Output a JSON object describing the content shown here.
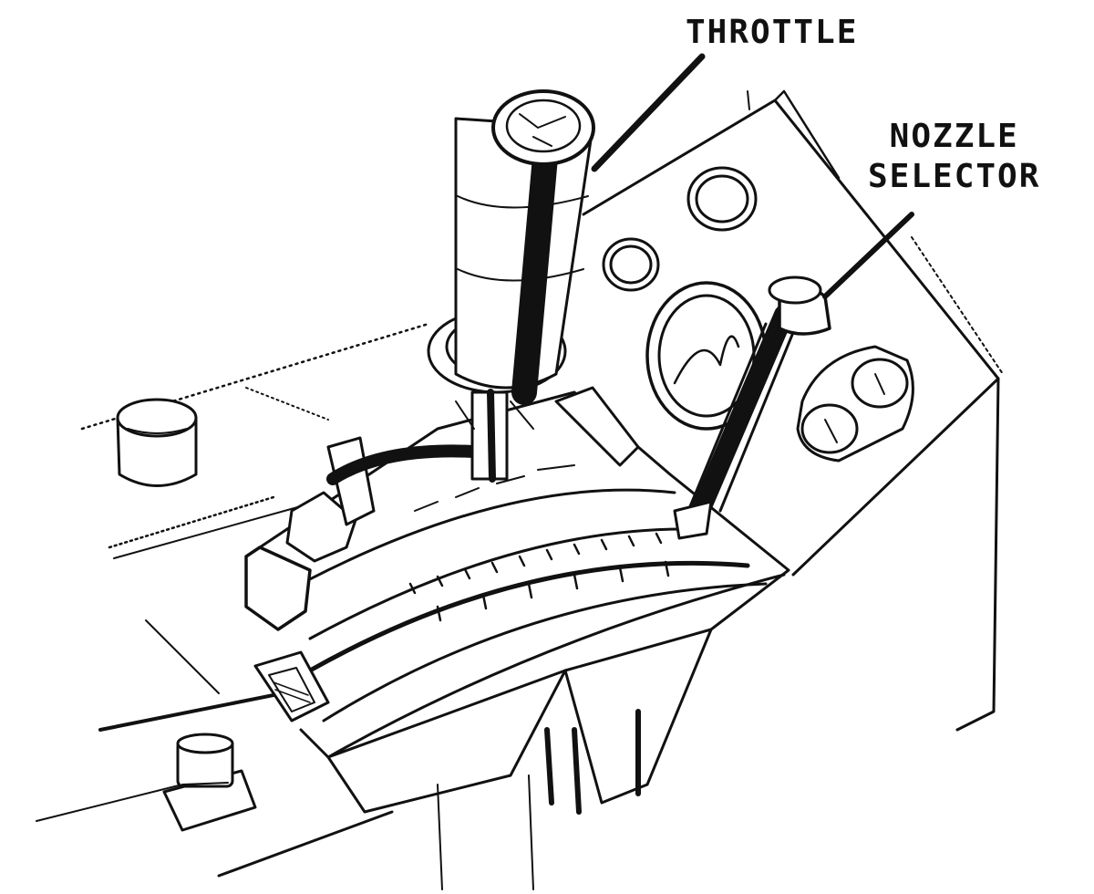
{
  "labels": {
    "throttle": "THROTTLE",
    "nozzle_line1": "NOZZLE",
    "nozzle_line2": "SELECTOR"
  },
  "colors": {
    "ink": "#111111",
    "paper": "#ffffff"
  }
}
